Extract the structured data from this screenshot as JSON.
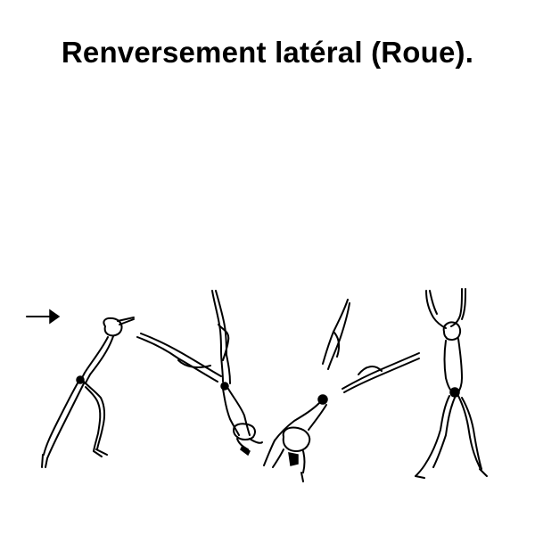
{
  "title": "Renversement latéral (Roue).",
  "illustration": {
    "subject": "cartwheel-sequence",
    "figures": [
      "stage-1-lunge",
      "stage-2-handstand-side",
      "stage-3-turning",
      "stage-4-landing"
    ],
    "direction_icon": "arrow-right-icon",
    "ink_color": "#000000",
    "background_color": "#ffffff"
  }
}
